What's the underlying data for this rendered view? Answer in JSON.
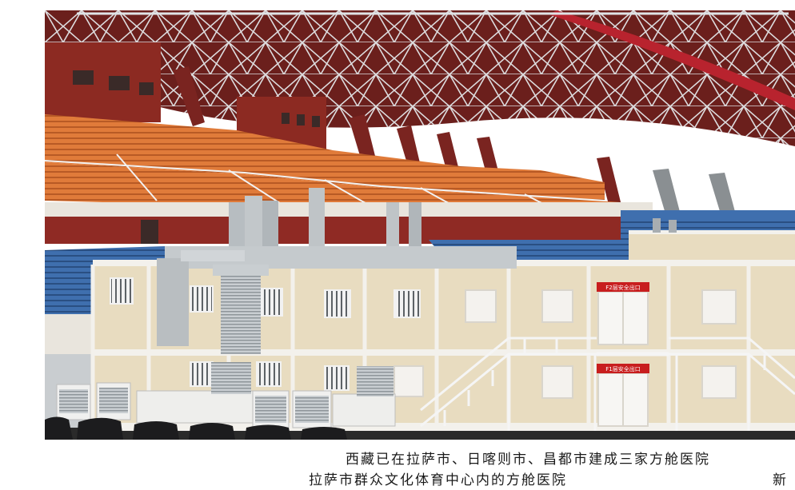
{
  "caption": {
    "line1": "西藏已在拉萨市、日喀则市、昌都市建成三家方舱医院",
    "line2": "拉萨市群众文化体育中心内的方舱医院",
    "credit": "新"
  },
  "photo": {
    "sign_upper": "F2层安全出口",
    "sign_lower": "F1层安全出口",
    "colors": {
      "sky": "#cfd8dc",
      "roof_red": "#b8232e",
      "roof_truss": "#dfe3e6",
      "stand_wall": "#8c2a22",
      "seat_orange": "#e07b3a",
      "seat_blue": "#3f6fae",
      "container_wall": "#e8dcc0",
      "container_frame": "#f3f1ec",
      "sign_red": "#c81e1e",
      "ground": "#c9cdd0"
    }
  }
}
